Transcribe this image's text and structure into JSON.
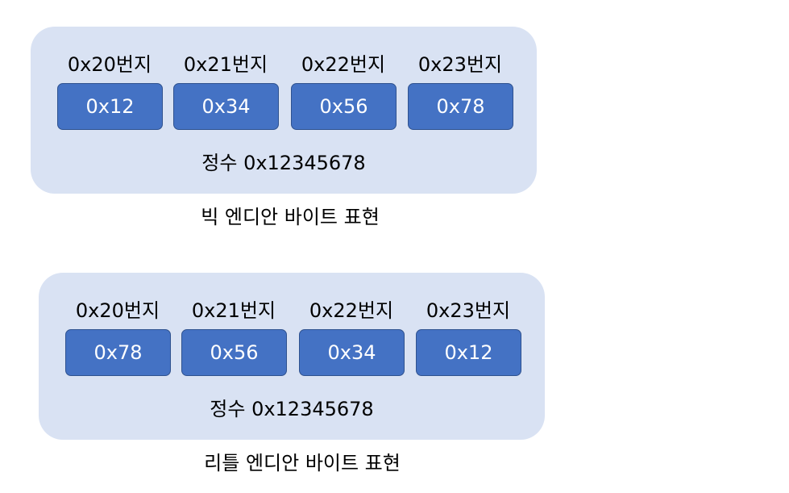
{
  "big_endian": {
    "addresses": [
      "0x20번지",
      "0x21번지",
      "0x22번지",
      "0x23번지"
    ],
    "bytes": [
      "0x12",
      "0x34",
      "0x56",
      "0x78"
    ],
    "integer_label": "정수 0x12345678",
    "caption": "빅 엔디안 바이트 표현"
  },
  "little_endian": {
    "addresses": [
      "0x20번지",
      "0x21번지",
      "0x22번지",
      "0x23번지"
    ],
    "bytes": [
      "0x78",
      "0x56",
      "0x34",
      "0x12"
    ],
    "integer_label": "정수 0x12345678",
    "caption": "리틀 엔디안 바이트 표현"
  },
  "colors": {
    "panel_background": "#d9e2f3",
    "byte_box": "#4472c4",
    "byte_box_border": "#2f528f",
    "byte_text": "#ffffff"
  }
}
